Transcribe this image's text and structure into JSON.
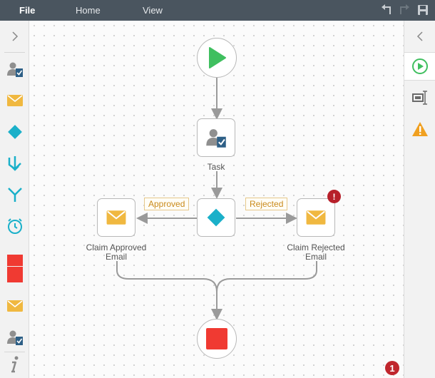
{
  "menu": {
    "file": "File",
    "home": "Home",
    "view": "View"
  },
  "toolbar_icons": [
    "undo-icon",
    "redo-icon",
    "save-icon"
  ],
  "left_tools": [
    "user-task-icon",
    "email-icon",
    "decision-icon",
    "merge-icon",
    "split-icon",
    "timer-icon",
    "stop-icon",
    "stop-icon",
    "email-icon",
    "user-task-icon",
    "info-icon"
  ],
  "right_tools": [
    "start-icon",
    "properties-icon",
    "warning-icon"
  ],
  "workflow": {
    "task_label": "Task",
    "approved_label": "Approved",
    "rejected_label": "Rejected",
    "claim_approved_label": "Claim Approved\nEmail",
    "claim_rejected_label": "Claim Rejected\nEmail",
    "error_marker": "!"
  },
  "status": {
    "error_count": "1"
  },
  "colors": {
    "start": "#3fbf5f",
    "decision": "#1ab0c9",
    "email": "#f0b840",
    "stop": "#f03a32",
    "accent": "#c0262d"
  }
}
